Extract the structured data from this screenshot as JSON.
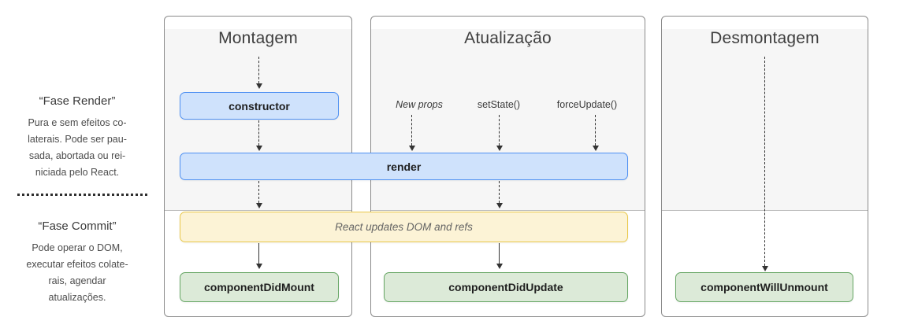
{
  "sidebar": {
    "render_phase": {
      "title": "“Fase Render”",
      "lines": [
        "Pura e sem efeitos co-",
        "laterais. Pode ser pau-",
        "sada, abortada ou rei-",
        "niciada pelo React."
      ]
    },
    "commit_phase": {
      "title": "“Fase Commit”",
      "lines": [
        "Pode operar o DOM,",
        "executar efeitos colate-",
        "rais, agendar",
        "atualizações."
      ]
    }
  },
  "columns": {
    "mounting": {
      "title": "Montagem"
    },
    "updating": {
      "title": "Atualização",
      "triggers": [
        "New props",
        "setState()",
        "forceUpdate()"
      ]
    },
    "unmounting": {
      "title": "Desmontagem"
    }
  },
  "boxes": {
    "constructor": "constructor",
    "render": "render",
    "react_updates": "React updates DOM and refs",
    "component_did_mount": "componentDidMount",
    "component_did_update": "componentDidUpdate",
    "component_will_unmount": "componentWillUnmount"
  },
  "colors": {
    "blue_fill": "#cfe2fc",
    "blue_border": "#4e90f2",
    "yellow_fill": "#fcf3d6",
    "yellow_border": "#e9c84a",
    "green_fill": "#dcead8",
    "green_border": "#67a765",
    "panel_border": "#8a8a8a",
    "render_bg": "#f6f6f6"
  }
}
